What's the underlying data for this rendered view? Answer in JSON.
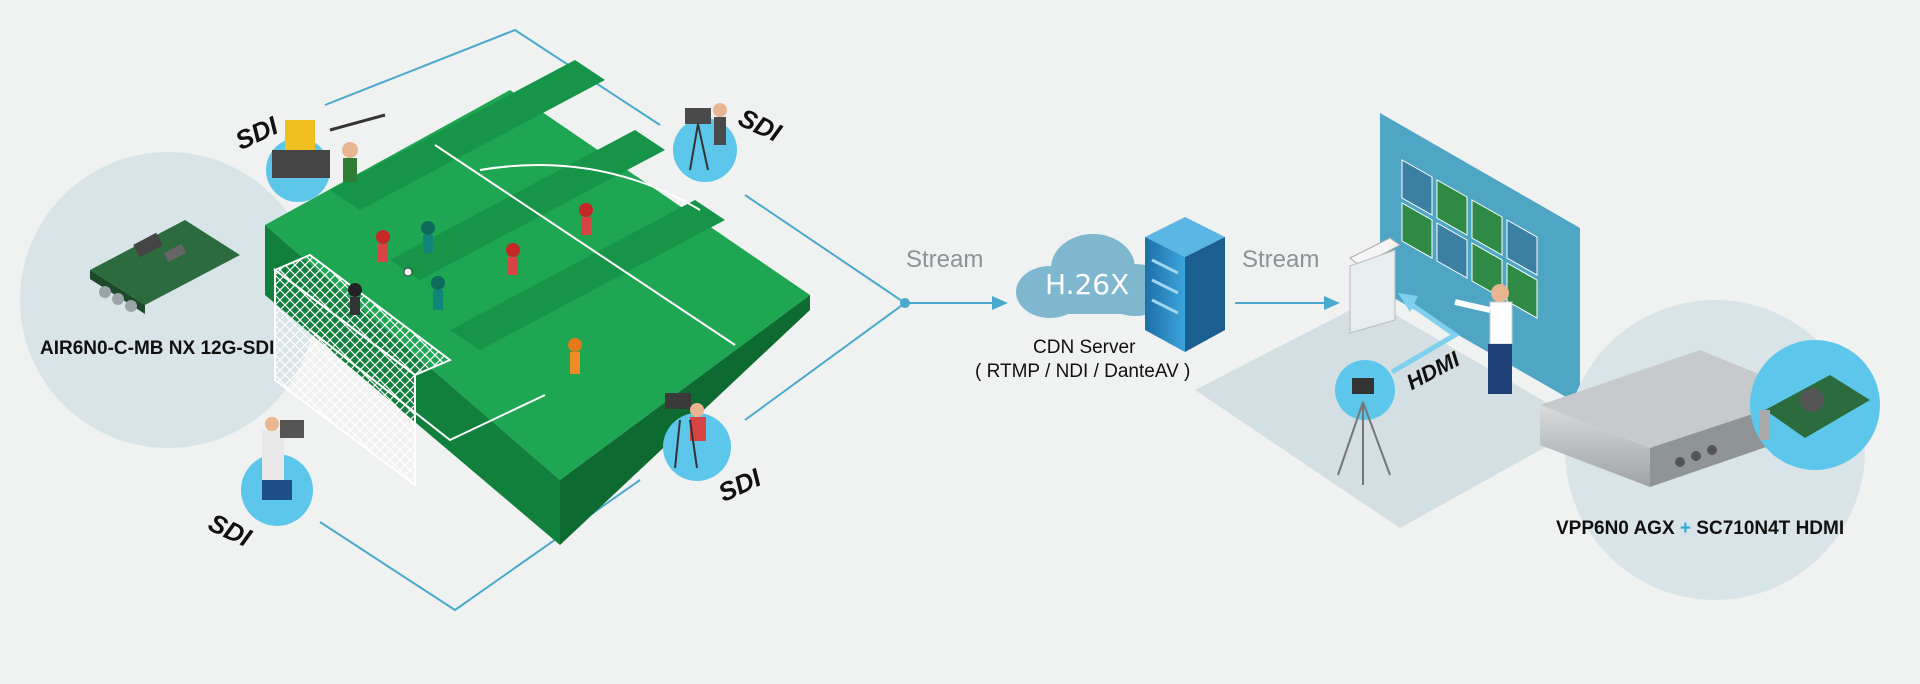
{
  "capture_device": {
    "label": "AIR6N0-C-MB NX 12G-SDI"
  },
  "camera_links": {
    "sdi_top_left": "SDI",
    "sdi_top_right": "SDI",
    "sdi_bottom_left": "SDI",
    "sdi_bottom_right": "SDI"
  },
  "stream_left": "Stream",
  "cloud_codec": "H.26X",
  "cdn": {
    "title": "CDN Server",
    "protocols": "( RTMP / NDI / DanteAV )"
  },
  "stream_right": "Stream",
  "hdmi_link": "HDMI",
  "player_device": {
    "name_a": "VPP6N0 AGX",
    "plus": "+",
    "name_b": "SC710N4T HDMI"
  },
  "colors": {
    "accent": "#2aa9d6",
    "line": "#4aa9cc",
    "pitch_dark": "#169447",
    "pitch_light": "#1fa653",
    "circle_bg": "#d9e4e8",
    "video_wall": "#4ea6c4"
  }
}
